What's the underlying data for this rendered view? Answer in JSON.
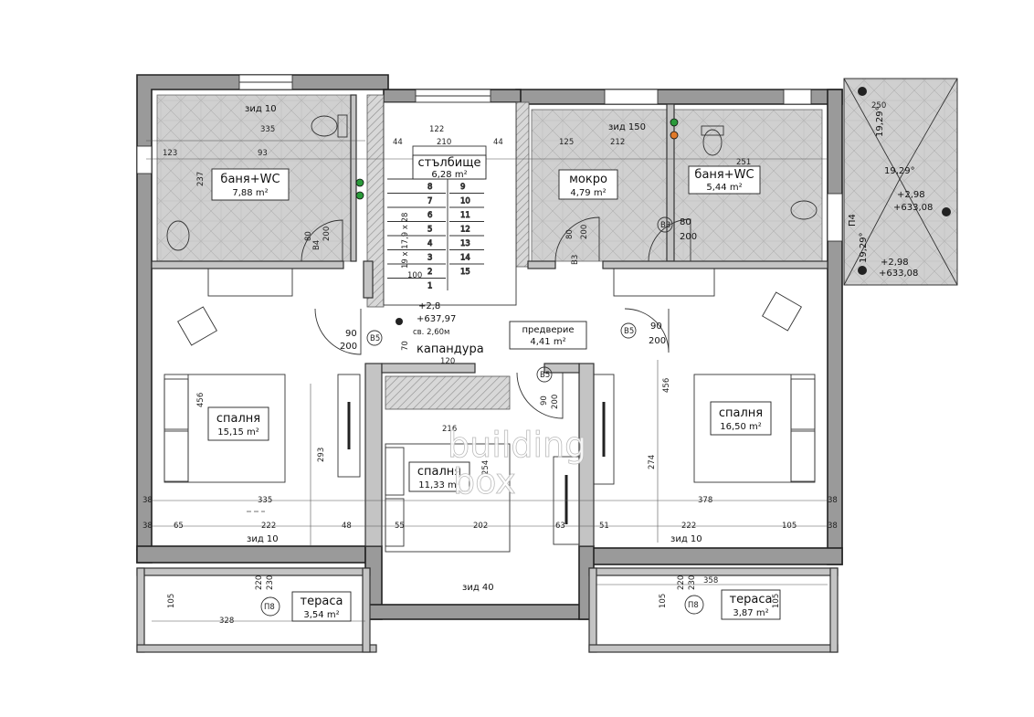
{
  "rooms": {
    "bath_left": {
      "name": "баня+WC",
      "area": "7,88 m²"
    },
    "stair": {
      "name": "стълбище",
      "area": "6,28 m²"
    },
    "wet": {
      "name": "мокро",
      "area": "4,79 m²"
    },
    "bath_right": {
      "name": "баня+WC",
      "area": "5,44 m²"
    },
    "bed_left": {
      "name": "спалня",
      "area": "15,15 m²"
    },
    "bed_mid": {
      "name": "спалня",
      "area": "11,33 m²"
    },
    "bed_right": {
      "name": "спалня",
      "area": "16,50 m²"
    },
    "hall": {
      "name": "предверие",
      "area": "4,41 m²"
    },
    "terrace_left": {
      "name": "тераса",
      "area": "3,54 m²"
    },
    "terrace_right": {
      "name": "тераса",
      "area": "3,87 m²"
    }
  },
  "notes": {
    "zid10_top": "зид 10",
    "zid150": "зид 150",
    "zid10_bl": "зид 10",
    "zid10_br": "зид 10",
    "zid40": "зид 40",
    "kapandura": "капандура",
    "level_a": "+2,8",
    "level_b": "+637,97",
    "stair_spec": "19 x 17,9 x 28",
    "window_spec": "св. 2,60м",
    "roof_angle1": "19,29°",
    "roof_angle2": "19,29°",
    "roof_angle3": "19,29°",
    "roof_level1a": "+2,98",
    "roof_level1b": "+633,08",
    "roof_level2a": "+2,98",
    "roof_level2b": "+633,08",
    "roof_code": "П4"
  },
  "doors": [
    {
      "code": "В4",
      "w": "80",
      "h": "200"
    },
    {
      "code": "В5",
      "w": "90",
      "h": "200"
    },
    {
      "code": "В3",
      "w": "80",
      "h": "200"
    },
    {
      "code": "В5",
      "w": "90",
      "h": "200"
    },
    {
      "code": "В5",
      "w": "90",
      "h": "200"
    },
    {
      "code": "В3",
      "w": "80",
      "h": "200"
    }
  ],
  "terrace_codes": {
    "left": "П8",
    "right": "П8"
  },
  "dims": {
    "d335_top": "335",
    "d212": "212",
    "d251": "251",
    "d125": "125",
    "d122": "122",
    "d210": "210",
    "d44a": "44",
    "d44b": "44",
    "d123": "123",
    "d93": "93",
    "d335_bl": "335",
    "d378": "378",
    "d222a": "222",
    "d222b": "222",
    "d65": "65",
    "d48": "48",
    "d55": "55",
    "d202": "202",
    "d63": "63",
    "d51": "51",
    "d105a": "105",
    "d105b": "105",
    "d105c": "105",
    "d105d": "105",
    "d328": "328",
    "d358": "358",
    "d220a": "220",
    "d230a": "230",
    "d220b": "220",
    "d230b": "230",
    "d293": "293",
    "d274": "274",
    "d456a": "456",
    "d456b": "456",
    "d216": "216",
    "d120": "120",
    "d100": "100",
    "d70": "70",
    "d254": "254",
    "d38a": "38",
    "d38b": "38",
    "d38c": "38",
    "d38d": "38",
    "d250": "250",
    "d237": "237"
  },
  "stair_steps": [
    "1",
    "2",
    "3",
    "4",
    "5",
    "6",
    "7",
    "8",
    "9",
    "10",
    "11",
    "12",
    "13",
    "14",
    "15"
  ],
  "watermark": {
    "line1": "building",
    "line2": "box"
  }
}
